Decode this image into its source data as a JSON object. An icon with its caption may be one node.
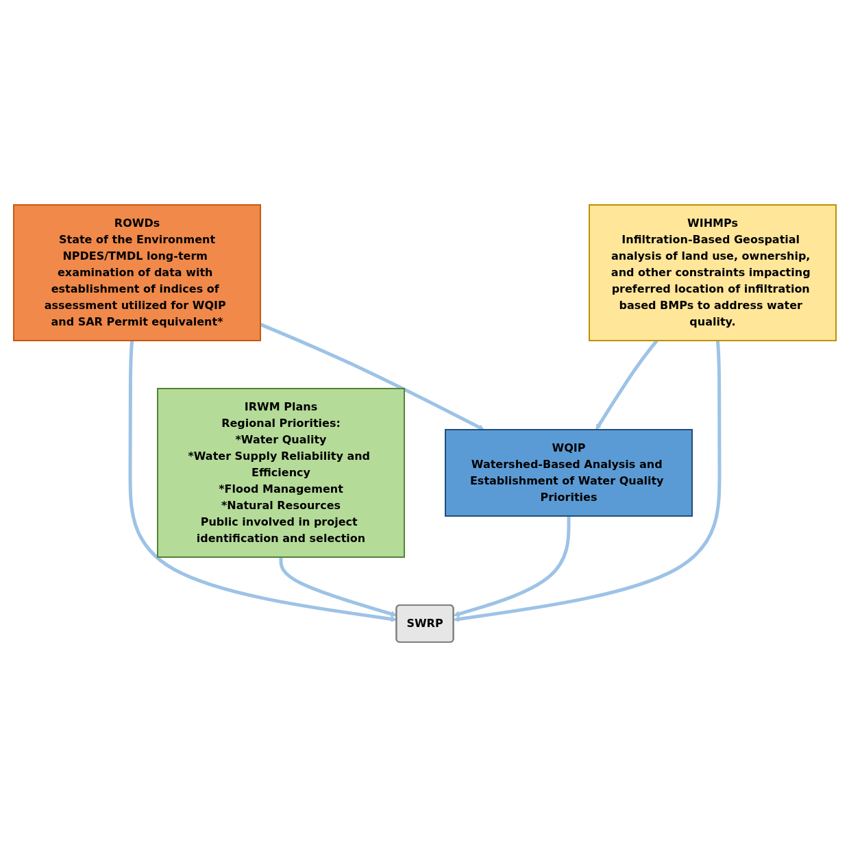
{
  "diagram": {
    "nodes": [
      {
        "text": [
          "ROWDs",
          "State of the Environment",
          "NPDES/TMDL long-term examination of data with establishment of indices of assessment utilized for WQIP and SAR Permit equivalent*"
        ]
      },
      {
        "text": [
          "WQIP",
          "Watershed-Based Analysis and Establishment of Water Quality Priorities"
        ]
      },
      {
        "text": [
          "IRWM Plans",
          "Regional Priorities:",
          "*Water Quality",
          "*Water Supply Reliability and Efficiency",
          "*Flood Management",
          "*Natural Resources",
          "Public involved in project identification and selection"
        ]
      },
      {
        "text": [
          "SWRP"
        ]
      },
      {
        "text": [
          "WIHMPs",
          "Infiltration-Based Geospatial analysis of land use, ownership, and other constraints impacting preferred location of infiltration based BMPs to address water quality."
        ]
      }
    ],
    "edges": [
      {
        "from": 0,
        "to": 1,
        "arrow": "to"
      },
      {
        "from": 0,
        "to": 3,
        "arrow": "to"
      },
      {
        "from": 2,
        "to": 3,
        "arrow": "to"
      },
      {
        "from": 1,
        "to": 3,
        "arrow": "to"
      },
      {
        "from": 4,
        "to": 3,
        "arrow": "to"
      },
      {
        "from": 4,
        "to": 1,
        "arrow": "to"
      }
    ]
  }
}
